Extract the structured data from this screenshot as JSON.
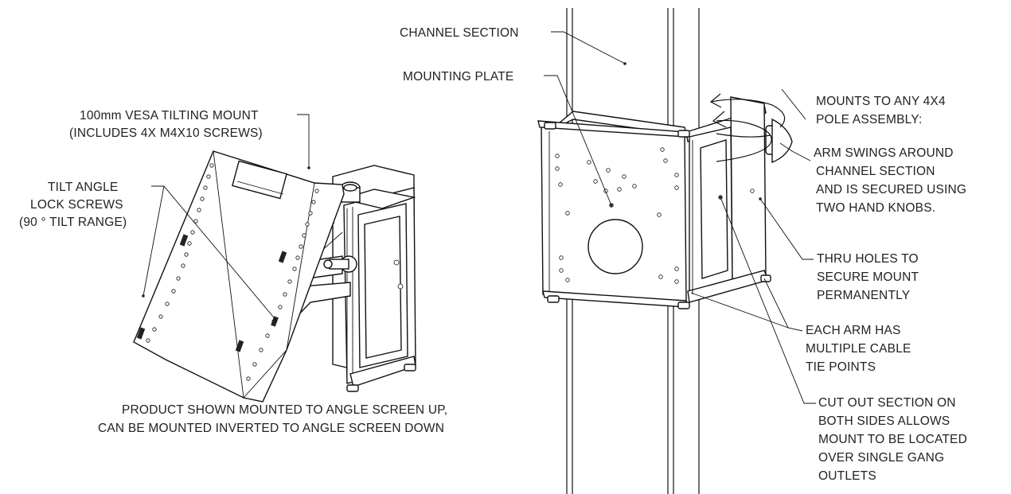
{
  "labels": {
    "vesa_mount": [
      "100mm VESA TILTING MOUNT",
      "(INCLUDES 4X M4X10 SCREWS)"
    ],
    "tilt_screws": [
      "TILT ANGLE",
      "LOCK SCREWS",
      "(90 ° TILT RANGE)"
    ],
    "product_note": [
      "PRODUCT SHOWN MOUNTED TO ANGLE SCREEN UP,",
      "CAN BE MOUNTED INVERTED TO ANGLE SCREEN DOWN"
    ],
    "channel_section": "CHANNEL SECTION",
    "mounting_plate": "MOUNTING PLATE",
    "mounts_to_pole": [
      "MOUNTS TO ANY 4X4",
      "POLE ASSEMBLY:"
    ],
    "arm_swings": [
      "ARM SWINGS AROUND",
      "CHANNEL SECTION",
      "AND IS SECURED USING",
      "TWO HAND KNOBS."
    ],
    "thru_holes": [
      "THRU HOLES TO",
      "SECURE MOUNT",
      "PERMANENTLY"
    ],
    "cable_tie": [
      "EACH ARM HAS",
      "MULTIPLE CABLE",
      "TIE POINTS"
    ],
    "cut_out": [
      "CUT OUT SECTION ON",
      "BOTH SIDES ALLOWS",
      "MOUNT TO BE LOCATED",
      "OVER SINGLE GANG",
      "OUTLETS"
    ]
  },
  "colors": {
    "line": "#111111",
    "text": "#222222",
    "background": "#ffffff"
  }
}
